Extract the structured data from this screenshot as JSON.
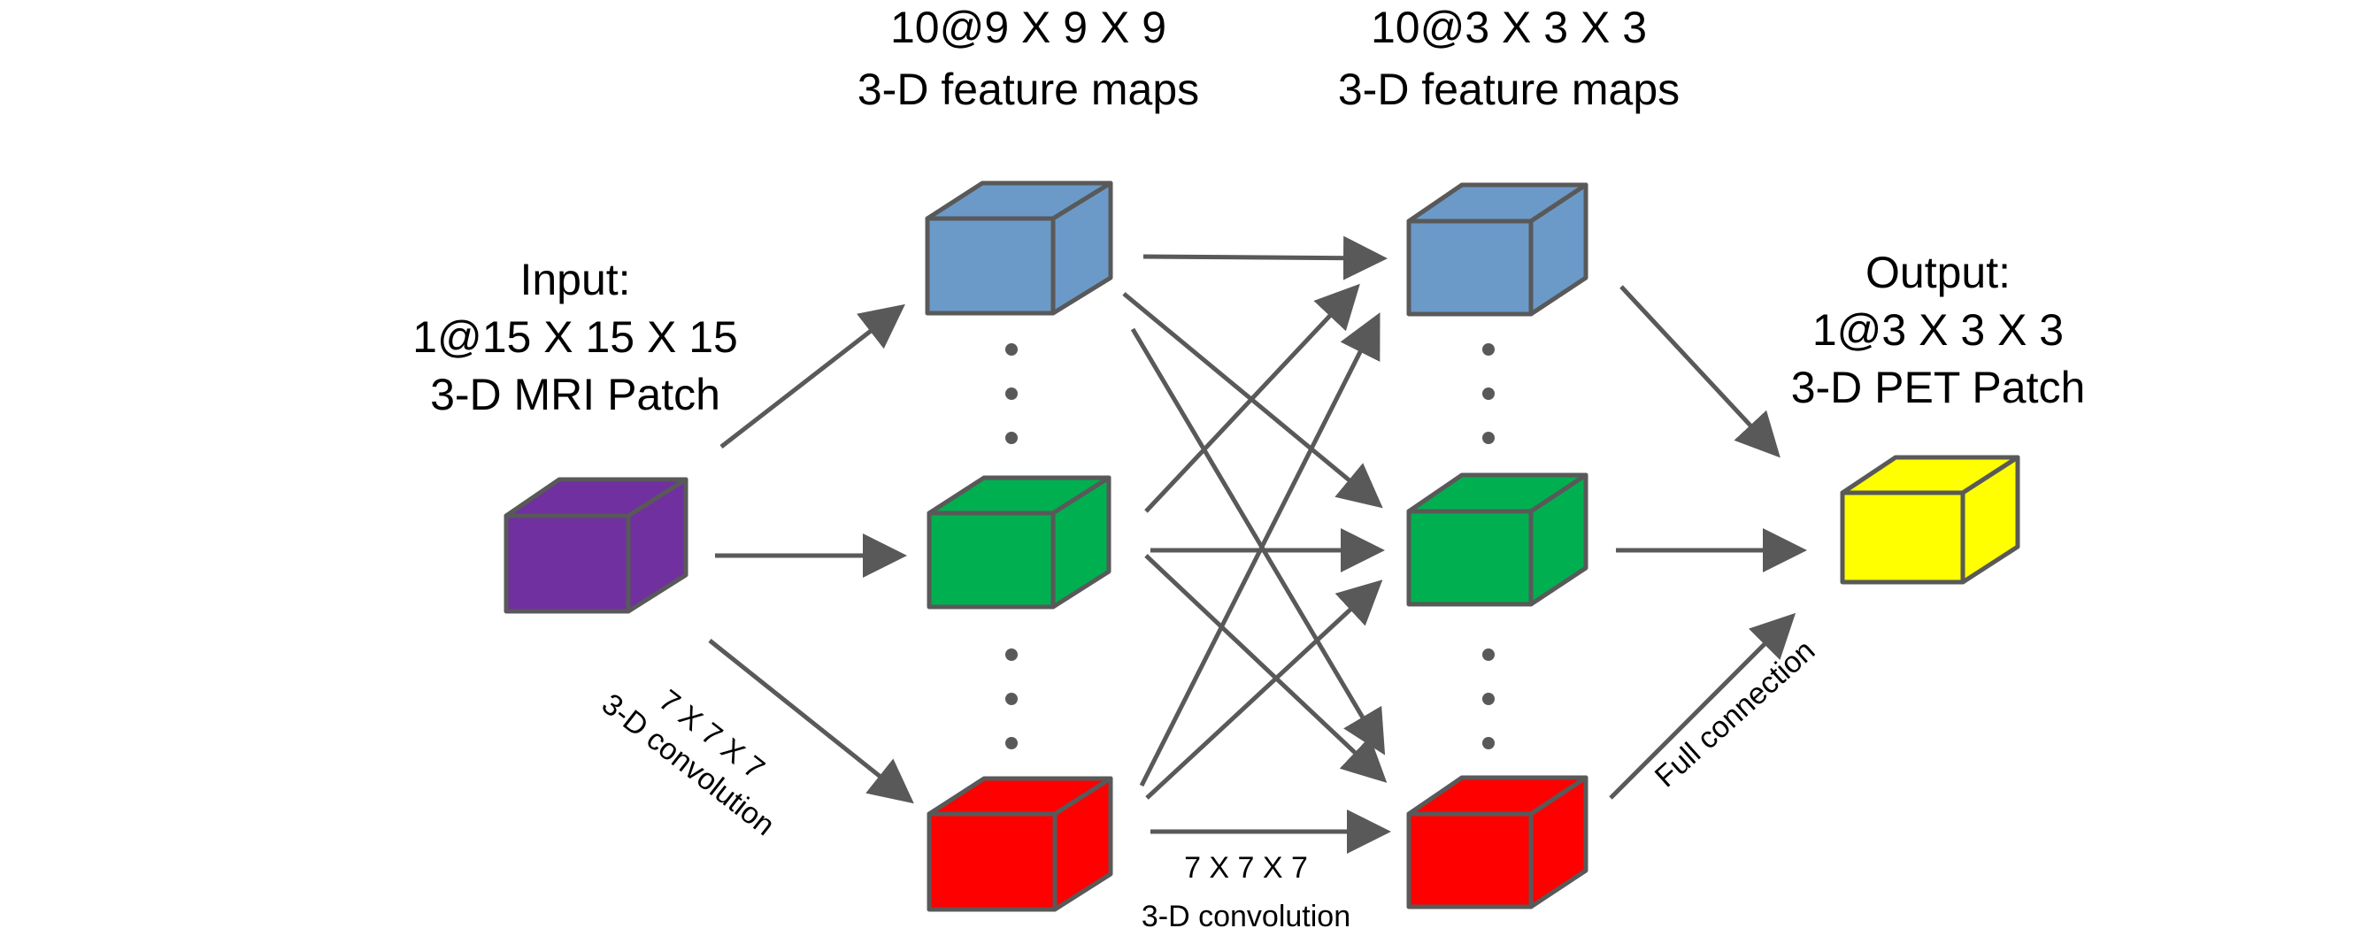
{
  "labels": {
    "input": [
      "Input:",
      "1@15 X 15 X 15",
      "3-D MRI Patch"
    ],
    "layer1": [
      "10@9 X 9 X 9",
      "3-D feature maps"
    ],
    "layer2": [
      "10@3 X 3 X 3",
      "3-D feature maps"
    ],
    "output": [
      "Output:",
      "1@3 X 3 X 3",
      "3-D PET Patch"
    ],
    "conv_left": [
      "7 X 7 X 7",
      "3-D convolution"
    ],
    "conv_mid": [
      "7 X 7 X 7",
      "3-D convolution"
    ],
    "full_connection": "Full connection"
  },
  "colors": {
    "input_cube": "#7030a0",
    "blue_cube": "#6b9ac9",
    "green_cube": "#00b050",
    "red_cube": "#ff0000",
    "output_cube": "#ffff00",
    "edge": "#595959",
    "arrow": "#595959"
  }
}
